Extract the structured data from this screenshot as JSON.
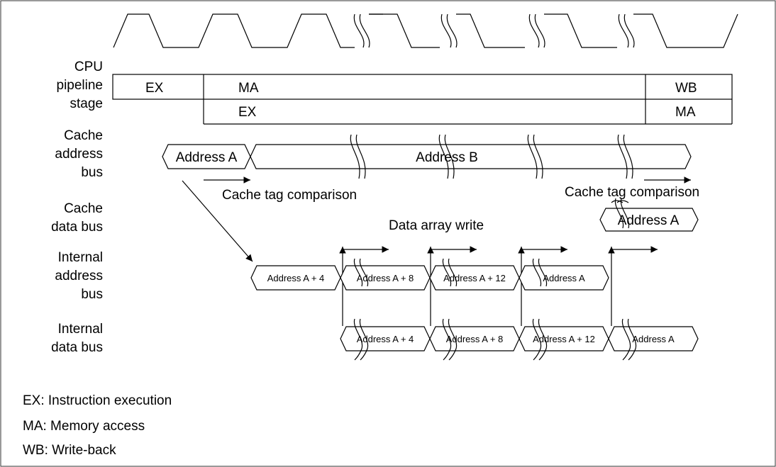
{
  "row_labels": {
    "cpu": [
      "CPU",
      "pipeline",
      "stage"
    ],
    "cache_addr": [
      "Cache",
      "address",
      "bus"
    ],
    "cache_data": [
      "Cache",
      "data bus"
    ],
    "int_addr": [
      "Internal",
      "address",
      "bus"
    ],
    "int_data": [
      "Internal",
      "data bus"
    ]
  },
  "pipeline": {
    "row1": [
      "EX",
      "MA",
      "WB"
    ],
    "row2": [
      "EX",
      "MA"
    ]
  },
  "cache_address_bus": [
    "Address A",
    "Address B"
  ],
  "annotations": {
    "tag_compare_1": "Cache tag comparison",
    "tag_compare_2": "Cache tag comparison",
    "data_array_write": "Data array write"
  },
  "cache_data_bus": [
    "Address A"
  ],
  "internal_address_bus": [
    "Address A + 4",
    "Address A + 8",
    "Address A + 12",
    "Address A"
  ],
  "internal_data_bus": [
    "Address A + 4",
    "Address A + 8",
    "Address A + 12",
    "Address A"
  ],
  "legend": [
    "EX: Instruction execution",
    "MA: Memory access",
    "WB: Write-back"
  ]
}
